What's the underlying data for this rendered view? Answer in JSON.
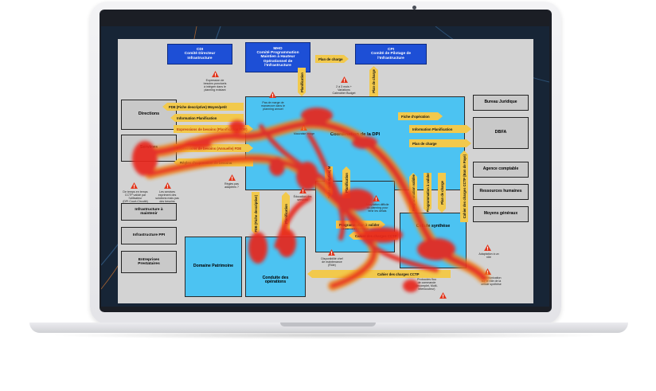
{
  "diagram": {
    "top": {
      "cdi": "CDI\nComité Directeur\nInfrastructure",
      "mho": "MHO\nComité Programmation\nMaintien à Hauteur\nOpérationnel de\nl'Infrastructure",
      "cpi": "CPI\nComité de Pilotage de\nl'Infrastructure"
    },
    "left": {
      "directions": "Directions",
      "services": "Services",
      "infra_maintenir": "Infrastructure à\nmaintenir",
      "infra_ppi": "Infrastructure PPI",
      "entreprises": "Entreprises\nPrestataires"
    },
    "right": {
      "bureau_juridique": "Bureau Juridique",
      "dbfa": "DBFA",
      "agence": "Agence comptable",
      "rh": "Ressources humaines",
      "moyens": "Moyens généraux"
    },
    "center": {
      "coordination": "Coordination de la DPI",
      "maintenance": "Maintenance",
      "cellule": "Cellule synthèse",
      "patrimoine": "Domaine Patrimoine",
      "conduite": "Conduite des\nopérations"
    },
    "arrows": {
      "plan_charge_top": "Plan de charge",
      "plan_charge_top2": "Plan de charge",
      "fde_left": "FDE (Fiche descriptive) Moyen/petit",
      "info_planif_left": "Information Planification",
      "expr_besoins1": "Expressions de besoins (Planification FDE)",
      "expr_besoins2": "Expressions de besoins (Annuelle) FDE",
      "regles": "Règles d'expression de besoins",
      "fiche_op": "Fiche d'opération",
      "info_planif_right": "Information Planification",
      "plan_charge_right": "Plan de charge",
      "prog_valider": "Programmation à valider",
      "cahier_charges": "Cahier des charges CCTP",
      "cahier_bottom": "Cahier des charges CCTP",
      "fde_v": "FDE (Fiche descriptive)",
      "planif_v": "Planification",
      "fde_moyen_v": "FDE (Fiche descriptive) Moyen",
      "prog_validee_v": "Programmation validée",
      "prog_a_valider_v": "Programmation à valider",
      "planif2_v": "Planification",
      "cahier_v": "Cahier des charges CCTP (Bon de Paye)",
      "plan_charge_v": "Plan de charge",
      "planif3_v": "Planification"
    },
    "notes": {
      "n1": "Expression de\nbesoins ponctuels\nà intégrer dans le\nplanning existant",
      "n2": "2 à 3 mois +\nVariations\nCalendrier Budget",
      "n3": "Pas de marge de\nmanœuvre dans le\nplanning annuel",
      "n4": "Mauvaise image",
      "n5": "De temps en temps\nCCTP validé par\nl'utilisateur\n(DPI Court-Circuité)",
      "n6": "Les services\nexpriment des\nsolutions mais pas\ndes besoins",
      "n7": "Règles pas\nadaptées ?",
      "n8": "Éducation des\nservices",
      "n9": "Adaptation difficile\ndu planning pour\ntenir les délais",
      "n10": "Disponibilité chef\nde maintenance\n(Rôle)",
      "n11": "Protocoles flou\nde commande\n(incomplet, Multi-\ninterlocuteur)",
      "n12": "Adaptation à un\nrôle",
      "n13": "Communication\nsur le rôle de la\ncellule synthèse"
    }
  },
  "colors": {
    "screen": "#172536",
    "blue_box": "#1d4fd6",
    "cyan_box": "#4cc3f2",
    "arrow": "#f2c94c",
    "heat_red": "#e8261c",
    "heat_orange": "#f08a1c"
  }
}
